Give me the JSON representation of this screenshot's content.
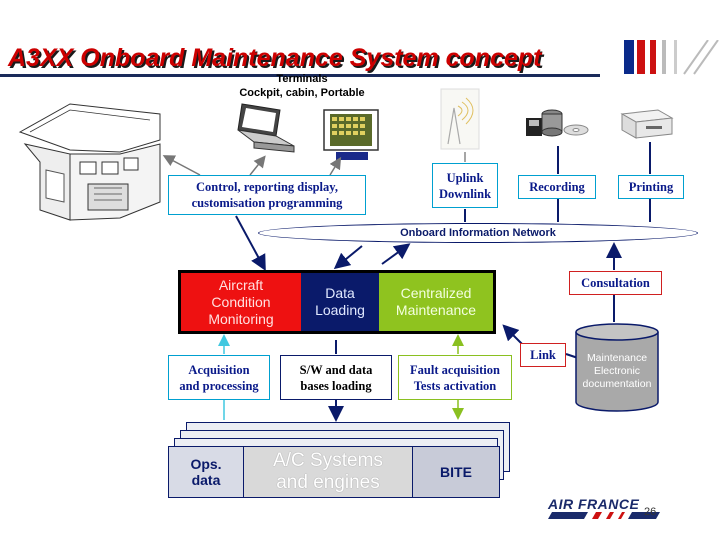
{
  "title": "A3XX Onboard Maintenance System concept",
  "terminals": {
    "line1": "Terminals",
    "line2": "Cockpit, cabin, Portable"
  },
  "boxes": {
    "control": {
      "line1": "Control, reporting display,",
      "line2": "customisation programming"
    },
    "uplink": {
      "line1": "Uplink",
      "line2": "Downlink"
    },
    "recording": "Recording",
    "printing": "Printing",
    "consultation": "Consultation",
    "link": "Link",
    "acquisition": {
      "line1": "Acquisition",
      "line2": "and processing"
    },
    "sw_loading": {
      "line1": "S/W and data",
      "line2": "bases loading"
    },
    "fault": {
      "line1": "Fault acquisition",
      "line2": "Tests activation"
    }
  },
  "network": "Onboard Information Network",
  "central": {
    "acm": {
      "line1": "Aircraft",
      "line2": "Condition",
      "line3": "Monitoring"
    },
    "data_loading": {
      "line1": "Data",
      "line2": "Loading"
    },
    "centralized": {
      "line1": "Centralized",
      "line2": "Maintenance"
    }
  },
  "documentation": {
    "line1": "Maintenance",
    "line2": "Electronic",
    "line3": "documentation"
  },
  "ac_systems": {
    "ops": {
      "line1": "Ops.",
      "line2": "data"
    },
    "systems": {
      "line1": "A/C Systems",
      "line2": "and engines"
    },
    "bite": "BITE"
  },
  "logo": "AIR FRANCE",
  "page_number": "26",
  "colors": {
    "title_red": "#cc0000",
    "navy": "#0a1a6a",
    "acm_red": "#ee1111",
    "cm_green": "#8fc31f",
    "cyan_border": "#00a0d0",
    "flag_blue": "#0a2a8a",
    "flag_red": "#cc1111"
  }
}
